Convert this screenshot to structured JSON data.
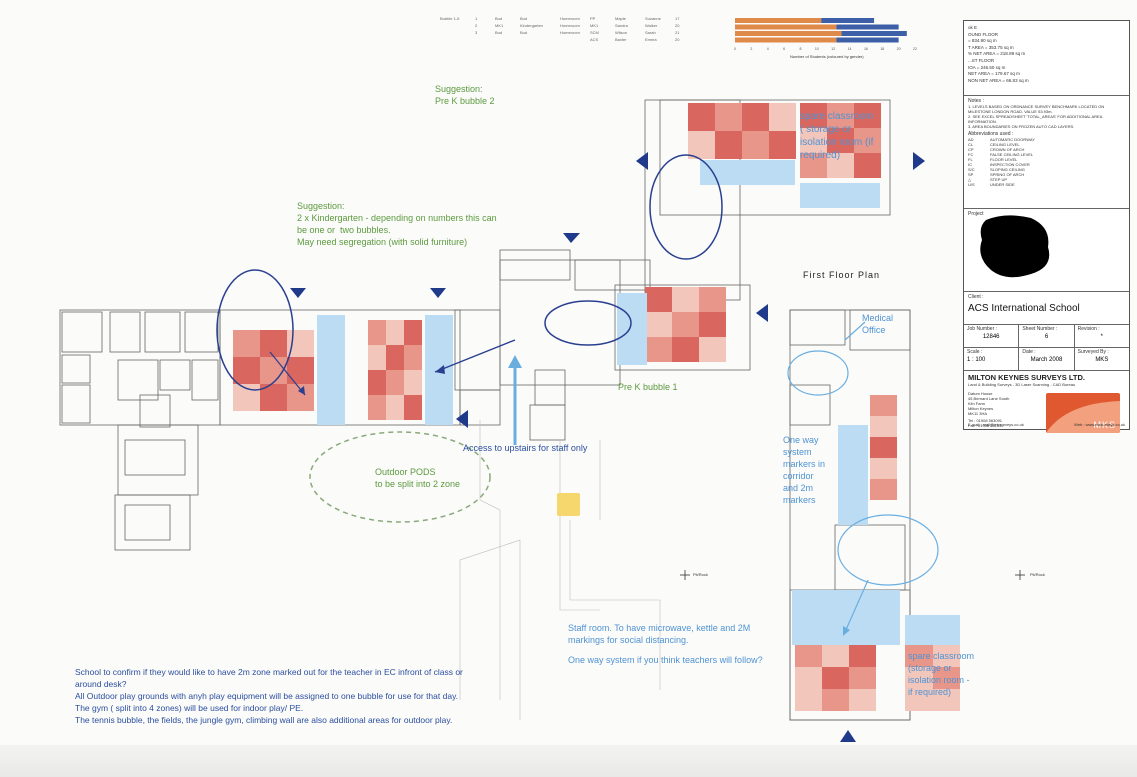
{
  "top_chart": {
    "x_ticks": [
      "0",
      "2",
      "4",
      "6",
      "8",
      "10",
      "12",
      "14",
      "16",
      "18",
      "20",
      "22"
    ],
    "x_label": "Number of Students (coloured by gender)",
    "rows": [
      {
        "c1": "Bubble 1-5",
        "c2": "1",
        "c3": "Bud",
        "c4": "Bud",
        "c5": "Homeroom",
        "c6": "PP",
        "c7": "Maple",
        "c8": "Suzanne",
        "c9": "17"
      },
      {
        "c1": "",
        "c2": "2",
        "c3": "MK1",
        "c4": "Kindergarten",
        "c5": "Homeroom",
        "c6": "MK1",
        "c7": "Sandra",
        "c8": "Walker",
        "c9": "20"
      },
      {
        "c1": "",
        "c2": "3",
        "c3": "Bud",
        "c4": "Bud",
        "c5": "Homeroom",
        "c6": "SCM",
        "c7": "Wilson",
        "c8": "Sarah",
        "c9": "21"
      },
      {
        "c1": "",
        "c2": "",
        "c3": "",
        "c4": "",
        "c5": "",
        "c6": "ACS",
        "c7": "Baxter",
        "c8": "Emma",
        "c9": "20"
      }
    ]
  },
  "notes": {
    "prek2": "Suggestion:\nPre K bubble 2",
    "kinder": "Suggestion:\n2 x Kindergarten - depending on numbers this can\nbe one or  two bubbles.\nMay need segregation (with solid furniture)",
    "spare1": "spare classroom\n( storage or\nisolation room (if\nrequired)",
    "first_floor": "First Floor Plan",
    "medical": "Medical\nOffice",
    "prek1": "Pre K bubble 1",
    "access": "Access to upstairs for staff only",
    "pods": "Outdoor PODS\nto be split into 2 zone",
    "oneway": "One way\nsystem\nmarkers in\ncorridor\nand 2m\nmarkers",
    "staffroom": "Staff room. To have microwave, kettle and 2M\nmarkings for social distancing.",
    "oneway2": "One way system if you think teachers will follow?",
    "spare2": "spare classroom\n(storage or\nisolation room -\nif required)",
    "bottom": "School to confirm if they would like to have 2m zone marked out for the teacher in EC infront of class or\naround desk?\nAll Outdoor play grounds with anyh play equipment will be assigned to one bubble for use for that day.\nThe gym ( split into 4 zones) will be used for indoor play/ PE.\nThe tennis bubble, the fields, the jungle gym, climbing wall are also additional areas for outdoor play."
  },
  "title_block": {
    "area_lines": [
      "ok E",
      "OUND FLOOR",
      "= 834.90 sq m",
      "T AREA = 353.75 sq m",
      "% NET AREA = 218.89 sq m",
      "...ST FLOOR",
      "IOA = 246.50 sq m",
      "NET AREA = 179.67 sq m",
      "NON NET AREA = 66.83 sq m"
    ],
    "notes_head": "Notes :",
    "notes": [
      "1. LEVELS BASED ON ORDNANCE SURVEY BENCHMARK LOCATED ON MILESTONE LONDON ROAD. VALUE 53.93m.",
      "2. SEE EXCEL SPREADSHEET 'TOTAL_AREAS' FOR ADDITIONAL AREA INFORMATION.",
      "3. AREA BOUNDARIES ON FROZEN AUTO CAD LAYERS."
    ],
    "abbr_head": "Abbreviations used :",
    "abbr": [
      [
        "AD",
        "AUTOMATIC DOORWAY"
      ],
      [
        "CL",
        "CEILING LEVEL"
      ],
      [
        "CP",
        "CROWN OF ARCH"
      ],
      [
        "FC",
        "FALSE CEILING LEVEL"
      ],
      [
        "FL",
        "FLOOR LEVEL"
      ],
      [
        "IC",
        "INSPECTION COVER"
      ],
      [
        "S/C",
        "SLOPING CEILING"
      ],
      [
        "SP",
        "SPRING OF ARCH"
      ],
      [
        "△",
        "STEP UP"
      ],
      [
        "U/S",
        "UNDER SIDE"
      ]
    ],
    "project_label": "Project",
    "client_label": "Client :",
    "client": "ACS International School",
    "job_no_label": "Job Number :",
    "job_no": "12846",
    "sheet_label": "Sheet Number :",
    "sheet": "6",
    "rev_label": "Revision :",
    "rev": "*",
    "scale_label": "Scale :",
    "scale": "1 : 100",
    "date_label": "Date :",
    "date": "March 2008",
    "surveyed_label": "Surveyed By :",
    "surveyed": "MKS",
    "company": "MILTON KEYNES SURVEYS LTD.",
    "company_sub": "Land & Building Surveys - 3D Laser Scanning - CAD Bureau",
    "address": [
      "Datum House",
      "45 Bernard Lane South",
      "Kiln Farm",
      "Milton Keynes",
      "MK11 3HA"
    ],
    "tel": "Tel : 01908 563091",
    "fax": "Fax : 01908 261532",
    "email": "E-mail : mail@mksurveys.co.uk",
    "web": "Web : www.mksurveys.co.uk",
    "logo": "MKS"
  },
  "north_labels": [
    "Pit/Rock",
    "Pit/Rock"
  ],
  "colors": {
    "heat_dark": "#d9665f",
    "heat_mid": "#e8958a",
    "heat_light": "#f3c6bc",
    "corridor_blue": "#bcdcf3",
    "navy": "#1f3a8a",
    "arrow_blue": "#5aa0dc",
    "note_green": "#5c9a3e",
    "bar_orange": "#e08a4a",
    "bar_blue": "#3d5fa8",
    "logo_orange": "#e0582f"
  }
}
